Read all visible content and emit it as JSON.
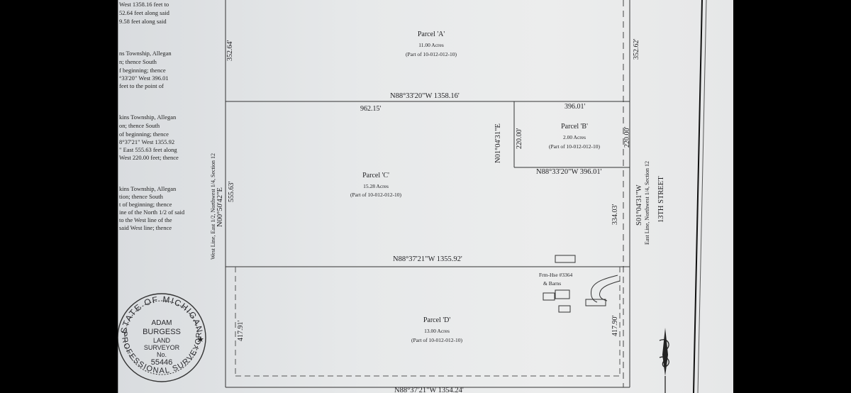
{
  "description_fragments": [
    "West 1358.16 feet to",
    "52.64 feet along said",
    "9.58 feet along said",
    "ns Township, Allegan",
    "n; thence South",
    "f beginning; thence",
    "°33'20\" West 396.01",
    "feet to the point of",
    "kins Township, Allegan",
    "on; thence South",
    "of beginning; thence",
    "8°37'21\" West 1355.92",
    "\" East 555.63 feet along",
    "West 220.00 feet; thence",
    "kins Township, Allegan",
    "tion; thence South",
    "t of beginning; thence",
    "ine of the North 1/2 of said",
    "to the West line of the",
    "said West line; thence"
  ],
  "parcels": {
    "a": {
      "name": "Parcel 'A'",
      "acres": "11.00 Acres",
      "part_of": "(Part of 10-012-012-10)"
    },
    "b": {
      "name": "Parcel 'B'",
      "acres": "2.00 Acres",
      "part_of": "(Part of 10-012-012-10)"
    },
    "c": {
      "name": "Parcel 'C'",
      "acres": "15.28 Acres",
      "part_of": "(Part of 10-012-012-10)"
    },
    "d": {
      "name": "Parcel 'D'",
      "acres": "13.00 Acres",
      "part_of": "(Part of 10-012-012-10)"
    }
  },
  "bearings": {
    "line_ac": "N88°33'20\"W 1358.16'",
    "line_cd": "N88°37'21\"W 1355.92'",
    "line_b_south": "N88°33'20\"W 396.01'",
    "line_bottom": "N88°37'21\"W 1354.24'",
    "b_west": "N01°04'31\"E",
    "west_line": "N00°50'42\"E",
    "east_line": "S01°04'31\"W"
  },
  "dimensions": {
    "a_west": "352.64'",
    "a_east": "352.62'",
    "c_north": "962.15'",
    "b_north": "396.01'",
    "b_west": "220.00'",
    "b_east": "220.00'",
    "c_west": "555.63'",
    "east_mid": "334.03'",
    "d_west": "417.91'",
    "d_east": "417.90'"
  },
  "labels": {
    "west_line": "West Line, East 1/2, Northwest 1/4, Section 12",
    "east_line": "East Line, Northwest 1/4, Section 12",
    "street": "13TH STREET",
    "farmhouse_1": "Frm-Hse #3364",
    "farmhouse_2": "& Barns"
  },
  "seal": {
    "arc_top": "STATE OF MICHIGAN",
    "arc_bottom": "PROFESSIONAL SURVEYOR",
    "name_1": "ADAM",
    "name_2": "BURGESS",
    "title_1": "LAND",
    "title_2": "SURVEYOR",
    "no_label": "No.",
    "number": "55446"
  },
  "colors": {
    "ink": "#1f1f22",
    "paper": "#e8e9ea",
    "background": "#000000"
  }
}
